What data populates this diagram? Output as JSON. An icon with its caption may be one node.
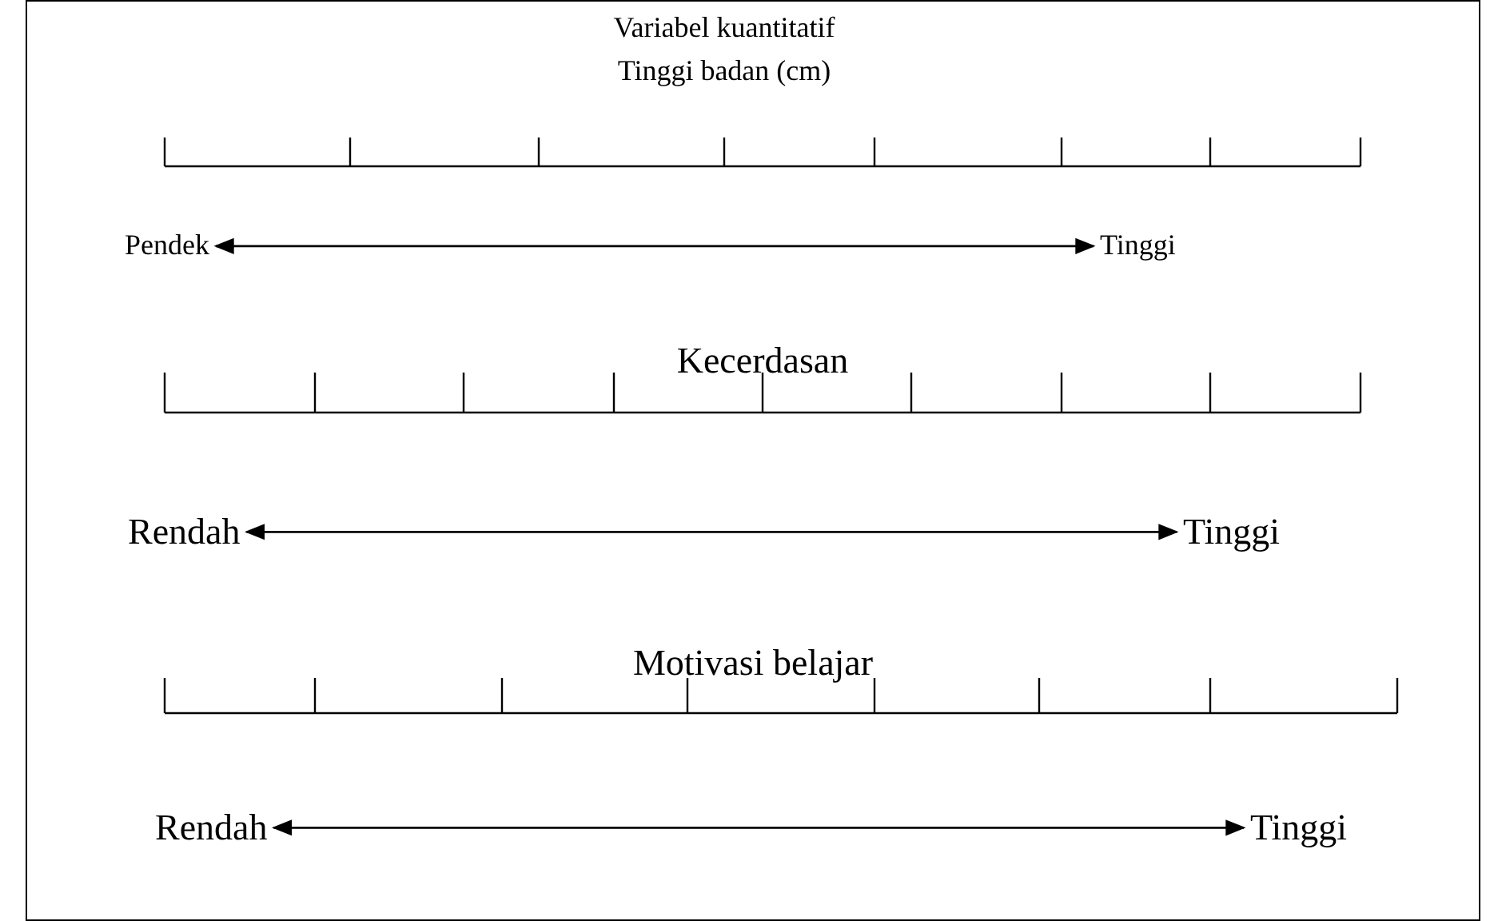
{
  "diagram": {
    "nodes": [
      {
        "text": [
          "Pendek"
        ]
      },
      {
        "text": [
          "Tinggi"
        ]
      },
      {
        "text": [
          "Rendah"
        ]
      },
      {
        "text": [
          "Tinggi"
        ]
      },
      {
        "text": [
          "Rendah"
        ]
      },
      {
        "text": [
          "Tinggi"
        ]
      }
    ],
    "edges": [
      {
        "from": 0,
        "to": 1,
        "arrow": "both"
      },
      {
        "from": 2,
        "to": 3,
        "arrow": "both"
      },
      {
        "from": 4,
        "to": 5,
        "arrow": "both"
      }
    ],
    "labels": [
      "Variabel kuantitatif",
      "Tinggi badan (cm)",
      "Kecerdasan",
      "Motivasi belajar"
    ]
  }
}
